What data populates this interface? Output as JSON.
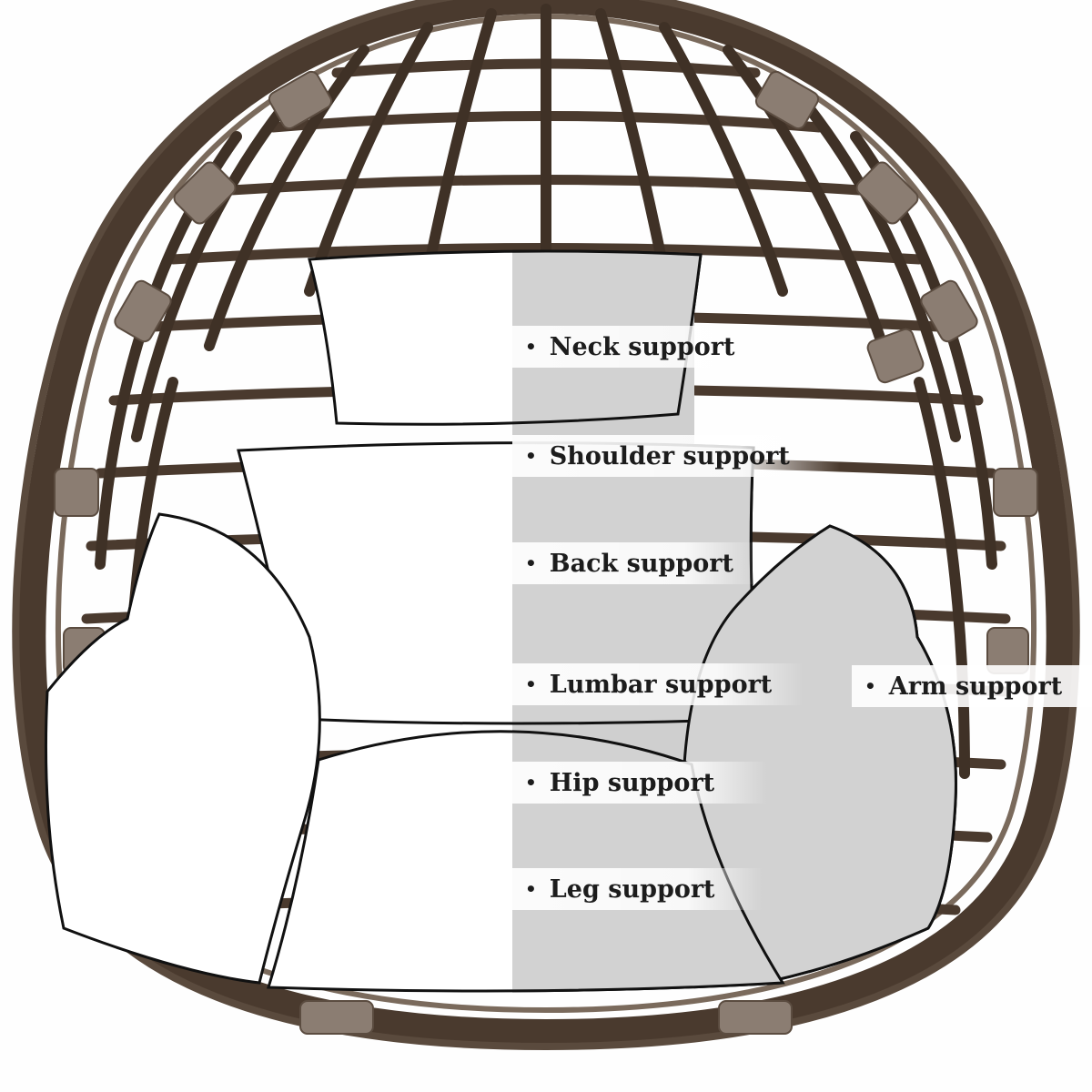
{
  "image": {
    "subject": "hanging egg chair cushion set",
    "colors": {
      "frame": "#4a3a2e",
      "frame_light": "#7a6a5c",
      "frame_band": "#8b7d72",
      "cushion_white": "#ffffff",
      "cushion_gray": "#d2d2d2",
      "outline": "#111111"
    }
  },
  "labels": [
    {
      "text": "Neck support"
    },
    {
      "text": "Shoulder support"
    },
    {
      "text": "Back support"
    },
    {
      "text": "Lumbar support"
    },
    {
      "text": "Hip support"
    },
    {
      "text": "Leg support"
    },
    {
      "text": "Arm support"
    }
  ],
  "bullet": "•"
}
